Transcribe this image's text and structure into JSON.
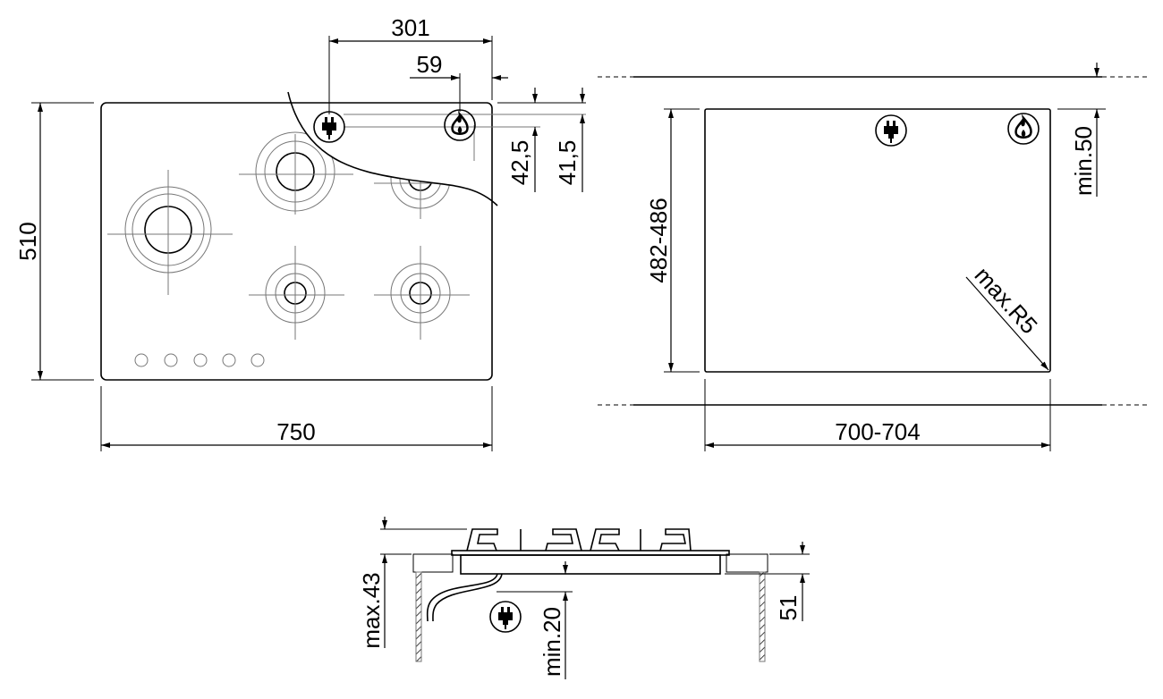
{
  "top_view": {
    "width": "750",
    "depth": "510",
    "plug_offset": "301",
    "gas_offset": "59",
    "plug_depth": "42,5",
    "gas_depth": "41,5"
  },
  "cutout": {
    "depth": "482-486",
    "width": "700-704",
    "min_back": "min.50",
    "radius": "max.R5"
  },
  "side_view": {
    "max_height": "max.43",
    "min_clearance": "min.20",
    "cutout_depth": "51"
  },
  "icons": [
    "plug-icon",
    "flame-icon"
  ]
}
